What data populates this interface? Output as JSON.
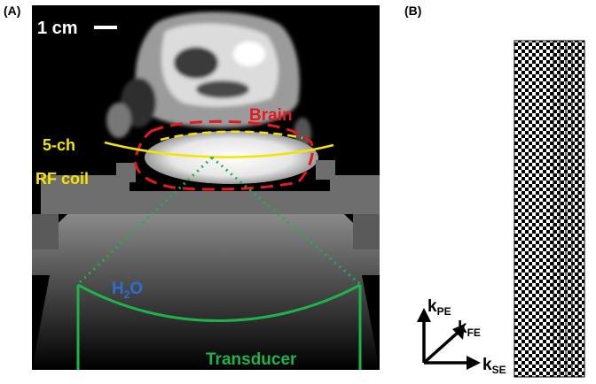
{
  "panels": {
    "a_label": "(A)",
    "b_label": "(B)"
  },
  "mri": {
    "scale_bar": "1 cm",
    "brain": "Brain",
    "coil_line1": "5-ch",
    "coil_line2": "RF coil",
    "water_h": "H",
    "water_sub": "2",
    "water_o": "O",
    "transducer": "Transducer"
  },
  "kspace": {
    "k_main": "k",
    "pe_sub": "PE",
    "fe_sub": "FE",
    "se_sub": "SE"
  },
  "colors": {
    "brain_outline": "#e41a1c",
    "coil": "#f5e400",
    "transducer": "#1db34a",
    "water": "#2a6fd6",
    "background": "#000000"
  }
}
